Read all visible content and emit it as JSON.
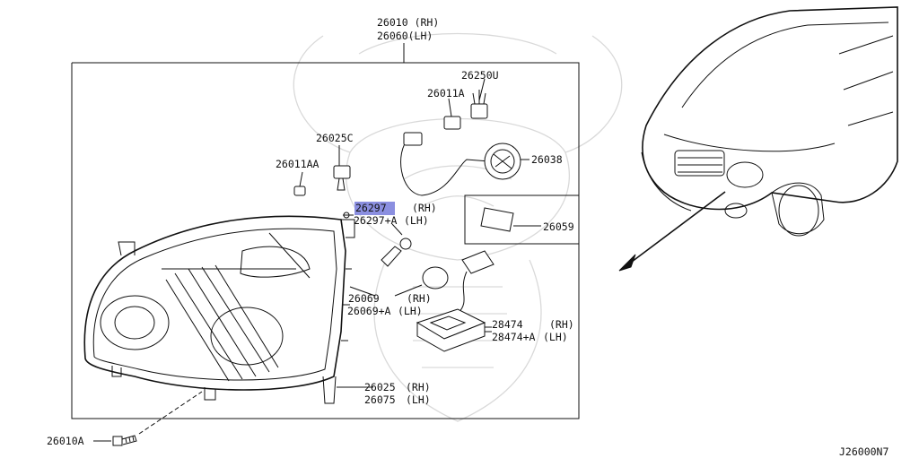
{
  "diagram": {
    "code": "J26000N7",
    "highlight_color": "#8b8fe0",
    "assembly": {
      "number": "26010",
      "number_note": "(RH)",
      "alt": "26060",
      "alt_note": "(LH)"
    },
    "parts": [
      {
        "id": "26250U",
        "text": "26250U"
      },
      {
        "id": "26011A",
        "text": "26011A"
      },
      {
        "id": "26025C",
        "text": "26025C"
      },
      {
        "id": "26011AA",
        "text": "26011AA"
      },
      {
        "id": "26038",
        "text": "26038"
      },
      {
        "id": "26297",
        "text": "26297",
        "note": "(RH)",
        "selected": true
      },
      {
        "id": "26297A",
        "text": "26297+A",
        "note": "(LH)"
      },
      {
        "id": "26059",
        "text": "26059"
      },
      {
        "id": "26069",
        "text": "26069",
        "note": "(RH)"
      },
      {
        "id": "26069A",
        "text": "26069+A",
        "note": "(LH)"
      },
      {
        "id": "28474",
        "text": "28474",
        "note": "(RH)"
      },
      {
        "id": "28474A",
        "text": "28474+A",
        "note": "(LH)"
      },
      {
        "id": "26025",
        "text": "26025",
        "note": "(RH)"
      },
      {
        "id": "26075",
        "text": "26075",
        "note": "(LH)"
      },
      {
        "id": "26010A",
        "text": "26010A"
      }
    ]
  }
}
